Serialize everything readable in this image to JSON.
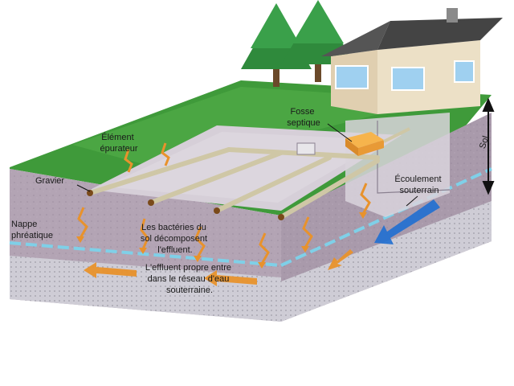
{
  "labels": {
    "fosse": [
      "Fosse",
      "septique"
    ],
    "element": [
      "Élément",
      "épurateur"
    ],
    "gravier": "Gravier",
    "sol": "Sol",
    "ecoulement": [
      "Écoulement",
      "souterrain"
    ],
    "nappe": [
      "Nappe",
      "phréatique"
    ],
    "bacteries": [
      "Les bactéries du",
      "sol décomposent",
      "l'effluent."
    ],
    "effluent": [
      "L'effluent propre entre",
      "dans le réseau d'eau",
      "souterraine."
    ]
  },
  "colors": {
    "grass": "#3f9a3a",
    "soil_side": "#a99aab",
    "soil_front": "#b3a4b4",
    "trench": "#d6cfd8",
    "water": "#7fd0e8",
    "arrow_blue": "#1f6fd1",
    "arrow_orange": "#e8922c",
    "tank": "#f2a23a",
    "house_wall": "#e6d7b8",
    "roof": "#4a4a4a",
    "tree": "#2f8a3c"
  }
}
